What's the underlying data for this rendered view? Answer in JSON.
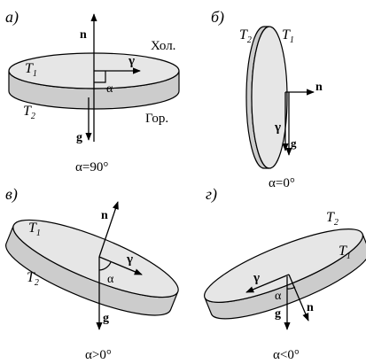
{
  "panels": [
    {
      "letter": "а)",
      "T1": "T",
      "T1_sub": "1",
      "T2": "T",
      "T2_sub": "2",
      "cold": "Хол.",
      "hot": "Гор.",
      "n": "n",
      "g": "g",
      "gamma": "γ",
      "alpha": "α",
      "caption": "α=90°"
    },
    {
      "letter": "б)",
      "T1": "T",
      "T1_sub": "1",
      "T2": "T",
      "T2_sub": "2",
      "n": "n",
      "g": "g",
      "gamma": "γ",
      "caption": "α=0°"
    },
    {
      "letter": "в)",
      "T1": "T",
      "T1_sub": "1",
      "T2": "T",
      "T2_sub": "2",
      "n": "n",
      "g": "g",
      "gamma": "γ",
      "alpha": "α",
      "caption": "α>0°"
    },
    {
      "letter": "г)",
      "T1": "T",
      "T1_sub": "1",
      "T2": "T",
      "T2_sub": "2",
      "n": "n",
      "g": "g",
      "gamma": "γ",
      "alpha": "α",
      "caption": "α<0°"
    }
  ]
}
